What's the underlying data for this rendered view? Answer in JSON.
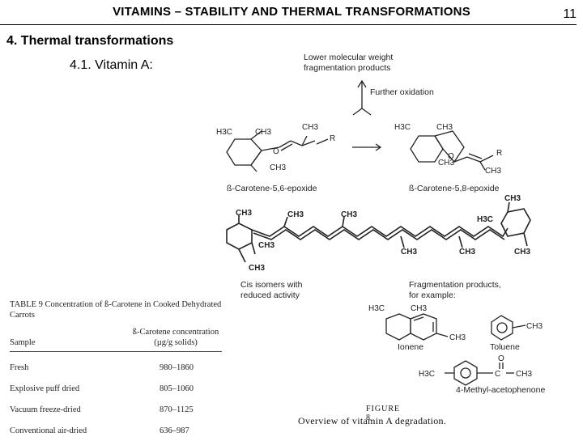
{
  "slide": {
    "title": "VITAMINS – STABILITY AND THERMAL TRANSFORMATIONS",
    "page_number": "11",
    "section_heading": "4. Thermal transformations",
    "subsection_heading": "4.1. Vitamin A:"
  },
  "diagram": {
    "top_label_line1": "Lower molecular weight",
    "top_label_line2": "fragmentation products",
    "further_oxidation": "Further oxidation",
    "epoxide_56": "ß-Carotene-5,6-epoxide",
    "epoxide_58": "ß-Carotene-5,8-epoxide",
    "cis_line1": "Cis isomers with",
    "cis_line2": "reduced activity",
    "frag_line1": "Fragmentation products,",
    "frag_line2": "for example:",
    "ionene": "Ionene",
    "toluene": "Toluene",
    "methylacetophenone": "4-Methyl-acetophenone",
    "figure_number": "FIGURE 8",
    "figure_caption": "Overview of vitamin A degradation."
  },
  "table": {
    "caption_line1": "TABLE 9 Concentration of ß-Carotene in Cooked Dehydrated",
    "caption_line2": "Carrots",
    "col_sample": "Sample",
    "col_conc_line1": "ß-Carotene concentration",
    "col_conc_line2": "(µg/g solids)",
    "rows": [
      {
        "sample": "Fresh",
        "conc": "980–1860"
      },
      {
        "sample": "Explosive puff dried",
        "conc": "805–1060"
      },
      {
        "sample": "Vacuum freeze-dried",
        "conc": "870–1125"
      },
      {
        "sample": "Conventional air-dried",
        "conc": "636–987"
      }
    ]
  }
}
